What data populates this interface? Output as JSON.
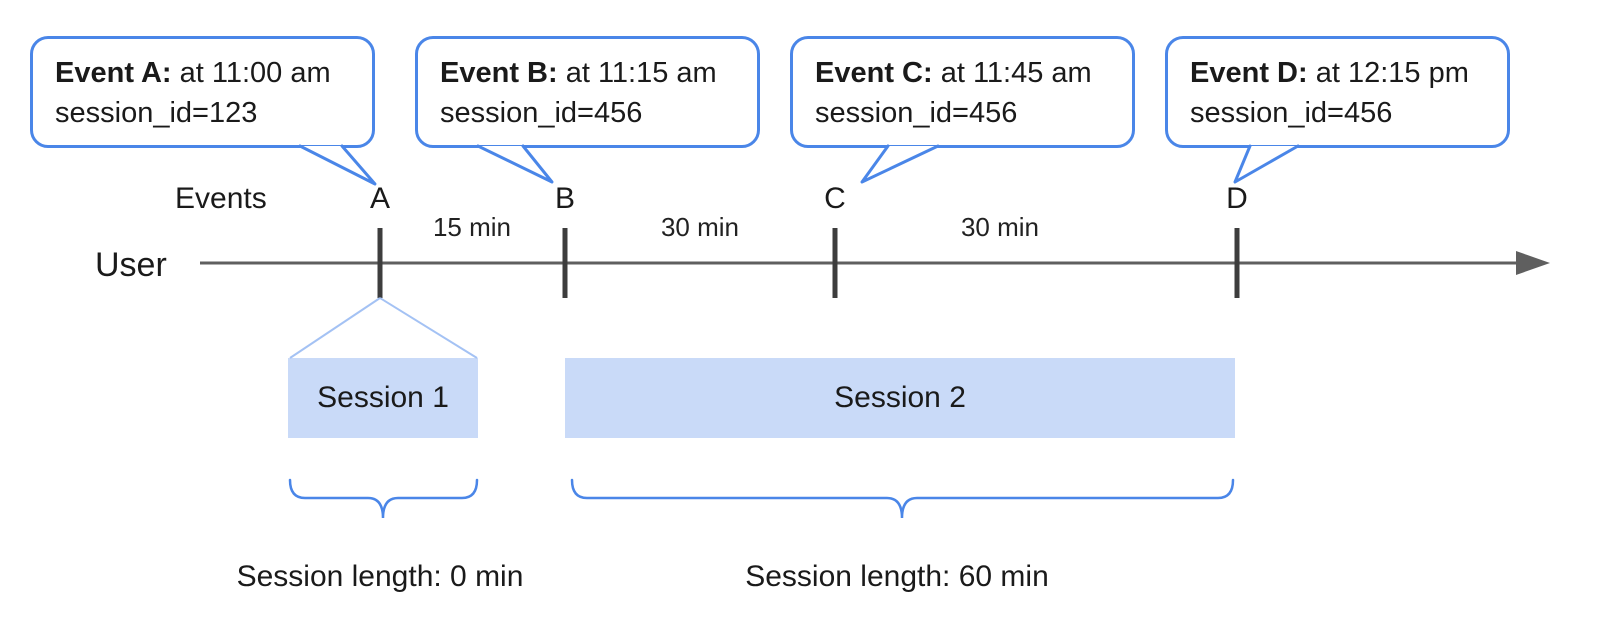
{
  "colors": {
    "bubble_border": "#4a86e8",
    "brace": "#4a86e8",
    "funnel": "#a4c2f4",
    "session_fill": "#c9daf8",
    "timeline": "#5f5f5f",
    "tick": "#3d3d3d"
  },
  "bubbles": [
    {
      "title": "Event A:",
      "time": "at 11:00 am",
      "session": "session_id=123"
    },
    {
      "title": "Event B:",
      "time": "at 11:15 am",
      "session": "session_id=456"
    },
    {
      "title": "Event C:",
      "time": "at 11:45 am",
      "session": "session_id=456"
    },
    {
      "title": "Event D:",
      "time": "at 12:15 pm",
      "session": "session_id=456"
    }
  ],
  "events_label": "Events",
  "user_label": "User",
  "event_markers": [
    "A",
    "B",
    "C",
    "D"
  ],
  "intervals": [
    "15 min",
    "30 min",
    "30 min"
  ],
  "sessions": [
    {
      "label": "Session 1",
      "length_label": "Session length: 0 min"
    },
    {
      "label": "Session 2",
      "length_label": "Session length: 60 min"
    }
  ]
}
